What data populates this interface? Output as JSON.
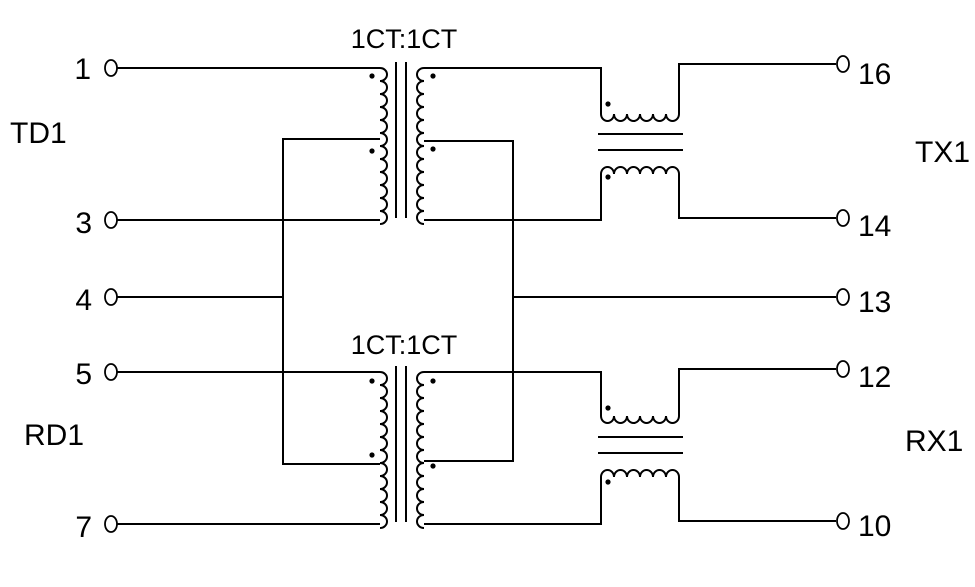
{
  "diagram": {
    "transformers": {
      "top_ratio": "1CT:1CT",
      "bottom_ratio": "1CT:1CT"
    },
    "pins": {
      "p1": "1",
      "p3": "3",
      "p4": "4",
      "p5": "5",
      "p7": "7",
      "p16": "16",
      "p14": "14",
      "p13": "13",
      "p12": "12",
      "p10": "10"
    },
    "groups": {
      "td": "TD1",
      "rd": "RD1",
      "tx": "TX1",
      "rx": "RX1"
    }
  }
}
